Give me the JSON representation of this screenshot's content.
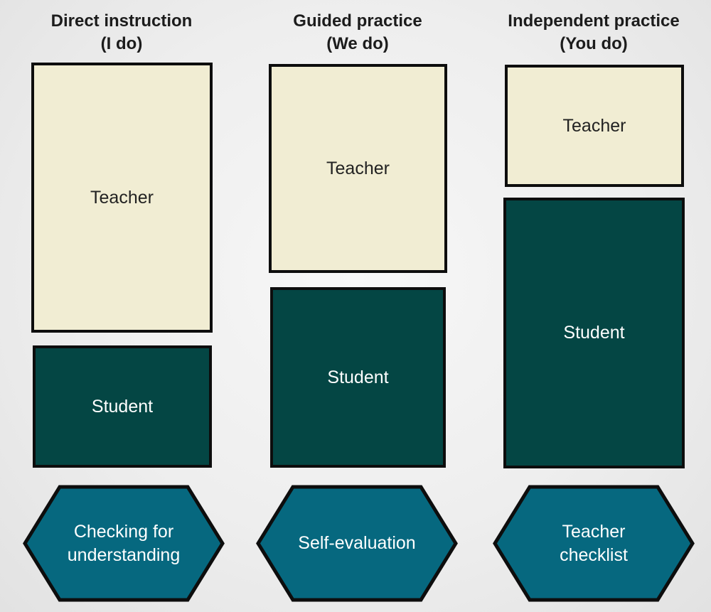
{
  "columns": [
    {
      "heading_line1": "Direct instruction",
      "heading_line2": "(I do)",
      "teacher_label": "Teacher",
      "student_label": "Student",
      "assessment_line1": "Checking for",
      "assessment_line2": "understanding"
    },
    {
      "heading_line1": "Guided practice",
      "heading_line2": "(We do)",
      "teacher_label": "Teacher",
      "student_label": "Student",
      "assessment_line1": "Self-evaluation",
      "assessment_line2": ""
    },
    {
      "heading_line1": "Independent practice",
      "heading_line2": "(You do)",
      "teacher_label": "Teacher",
      "student_label": "Student",
      "assessment_line1": "Teacher",
      "assessment_line2": "checklist"
    }
  ],
  "colors": {
    "teacher_fill": "#f1edd3",
    "student_fill": "#044644",
    "assessment_fill": "#06687f",
    "outline": "#0d0d0d"
  }
}
